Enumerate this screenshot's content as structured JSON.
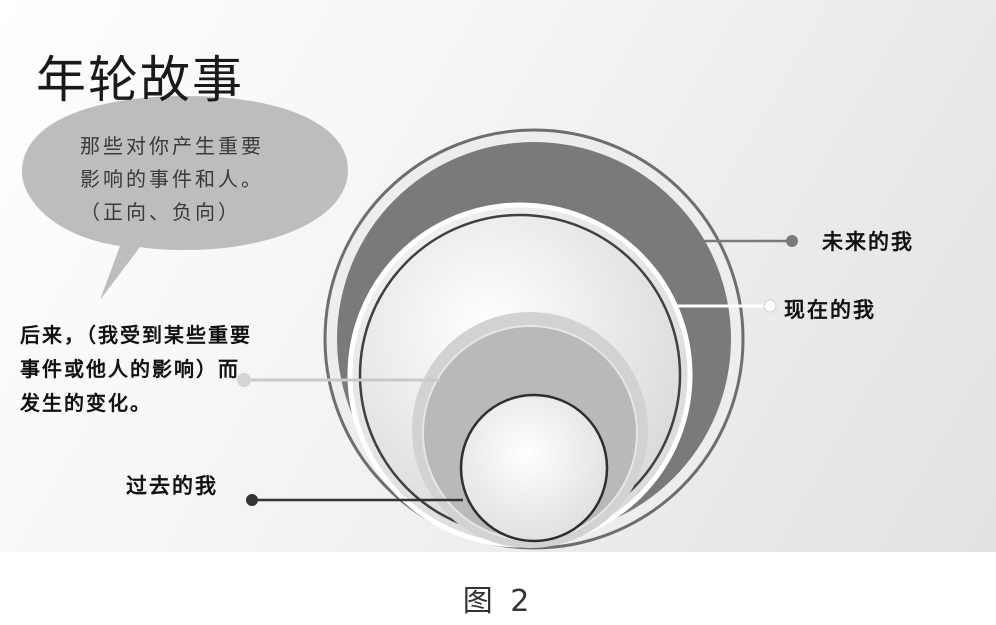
{
  "title": "年轮故事",
  "bubble_text": "那些对你产生重要影响的事件和人。（正向、负向）",
  "change_text": "后来，（我受到某些重要事件或他人的影响）而发生的变化。",
  "labels": {
    "future": "未来的我",
    "present": "现在的我",
    "past": "过去的我"
  },
  "caption": "图 2"
}
